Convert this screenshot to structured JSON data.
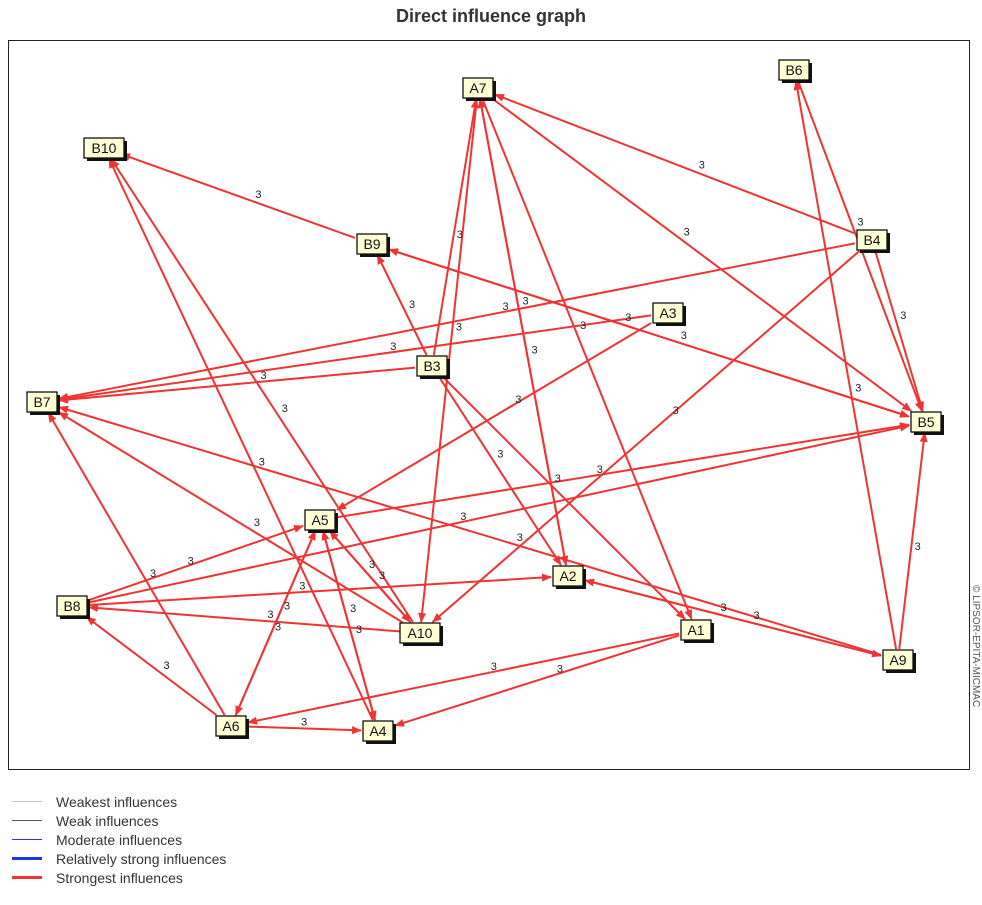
{
  "title": "Direct influence graph",
  "side_text": "© LIPSOR-EPITA-MICMAC",
  "edge_label": "3",
  "colors": {
    "strongest": "#f03333",
    "node_fill": "#ffffd6"
  },
  "legend": [
    {
      "label": "Weakest influences",
      "color": "#c8c8c8",
      "width": 1
    },
    {
      "label": "Weak influences",
      "color": "#555555",
      "width": 1
    },
    {
      "label": "Moderate influences",
      "color": "#3333dd",
      "width": 1
    },
    {
      "label": "Relatively strong influences",
      "color": "#2233ee",
      "width": 3
    },
    {
      "label": "Strongest influences",
      "color": "#f03333",
      "width": 3
    }
  ],
  "nodes": [
    "A1",
    "A2",
    "A3",
    "A4",
    "A5",
    "A6",
    "A7",
    "A9",
    "A10",
    "B3",
    "B4",
    "B5",
    "B6",
    "B7",
    "B8",
    "B9",
    "B10"
  ],
  "edges": [
    {
      "from": "A7",
      "to": "A10",
      "label": "3"
    },
    {
      "from": "A7",
      "to": "A2",
      "label": "3"
    },
    {
      "from": "A7",
      "to": "A1",
      "label": "3"
    },
    {
      "from": "A7",
      "to": "B5",
      "label": "3"
    },
    {
      "from": "B3",
      "to": "A7",
      "label": "3"
    },
    {
      "from": "A2",
      "to": "A7",
      "label": "3"
    },
    {
      "from": "B4",
      "to": "A7",
      "label": "3"
    },
    {
      "from": "B6",
      "to": "B5",
      "label": "3"
    },
    {
      "from": "A9",
      "to": "B6",
      "label": "3"
    },
    {
      "from": "B4",
      "to": "B5",
      "label": "3"
    },
    {
      "from": "B4",
      "to": "A10",
      "label": "3"
    },
    {
      "from": "B4",
      "to": "B7",
      "label": "3"
    },
    {
      "from": "B9",
      "to": "B10",
      "label": "3"
    },
    {
      "from": "B9",
      "to": "B5",
      "label": "3"
    },
    {
      "from": "B5",
      "to": "B9",
      "label": "3"
    },
    {
      "from": "B3",
      "to": "B9",
      "label": "3"
    },
    {
      "from": "A3",
      "to": "B7",
      "label": "3"
    },
    {
      "from": "A3",
      "to": "A5",
      "label": "3"
    },
    {
      "from": "B3",
      "to": "B7",
      "label": "3"
    },
    {
      "from": "B3",
      "to": "A2",
      "label": "3"
    },
    {
      "from": "B3",
      "to": "A1",
      "label": "3"
    },
    {
      "from": "A10",
      "to": "B10",
      "label": "3"
    },
    {
      "from": "A4",
      "to": "B10",
      "label": "3"
    },
    {
      "from": "A9",
      "to": "B7",
      "label": "3"
    },
    {
      "from": "A10",
      "to": "B7",
      "label": "3"
    },
    {
      "from": "A6",
      "to": "B7",
      "label": "3"
    },
    {
      "from": "A5",
      "to": "B5",
      "label": "3"
    },
    {
      "from": "B8",
      "to": "B5",
      "label": "3"
    },
    {
      "from": "B8",
      "to": "A5",
      "label": "3"
    },
    {
      "from": "B8",
      "to": "A2",
      "label": "3"
    },
    {
      "from": "A10",
      "to": "B8",
      "label": "3"
    },
    {
      "from": "A6",
      "to": "B8",
      "label": "3"
    },
    {
      "from": "A5",
      "to": "A10",
      "label": "3"
    },
    {
      "from": "A10",
      "to": "A5",
      "label": "3"
    },
    {
      "from": "A5",
      "to": "A4",
      "label": "3"
    },
    {
      "from": "A4",
      "to": "A5",
      "label": "3"
    },
    {
      "from": "A5",
      "to": "A6",
      "label": "3"
    },
    {
      "from": "A6",
      "to": "A5",
      "label": "3"
    },
    {
      "from": "A6",
      "to": "A4",
      "label": "3"
    },
    {
      "from": "A1",
      "to": "A6",
      "label": "3"
    },
    {
      "from": "A1",
      "to": "A4",
      "label": "3"
    },
    {
      "from": "A9",
      "to": "A2",
      "label": "3"
    },
    {
      "from": "A2",
      "to": "A9",
      "label": "3"
    },
    {
      "from": "A9",
      "to": "B5",
      "label": "3"
    }
  ]
}
